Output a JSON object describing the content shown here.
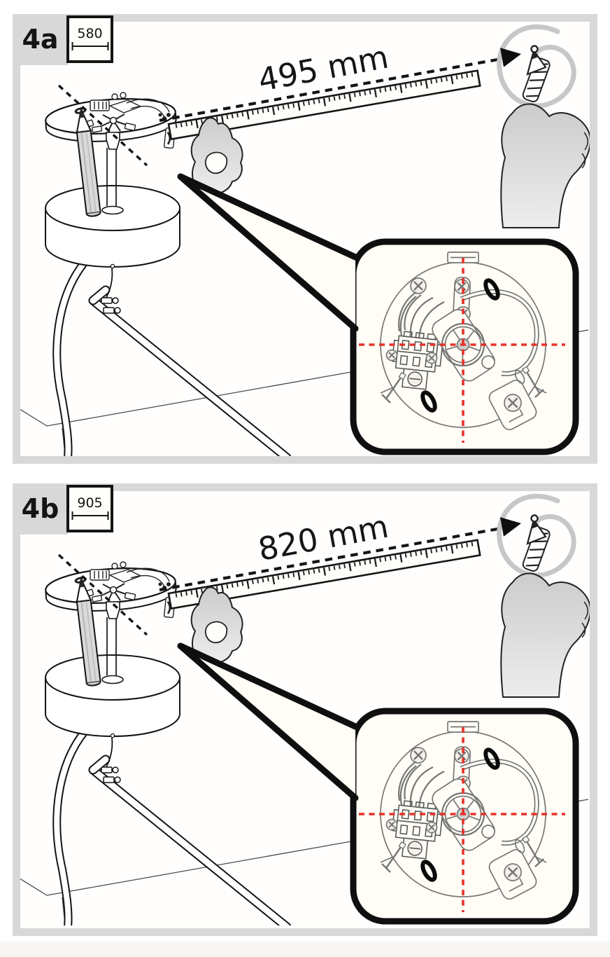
{
  "page": {
    "background_color": "#ffffff",
    "panel_border_color": "#d8d8d8",
    "footer_strip_color": "#f7f6f3"
  },
  "colors": {
    "line_black": "#141414",
    "detail_gray": "#767676",
    "crosshair_red": "#e6332a",
    "hand_gray": "#d2d2d2",
    "swoosh_gray": "#c7c7c7",
    "callout_fill": "#fffdf6"
  },
  "panels": [
    {
      "step_label": "4a",
      "dimension_box_value": "580",
      "ruler_measurement": "495 mm"
    },
    {
      "step_label": "4b",
      "dimension_box_value": "905",
      "ruler_measurement": "820 mm"
    }
  ]
}
